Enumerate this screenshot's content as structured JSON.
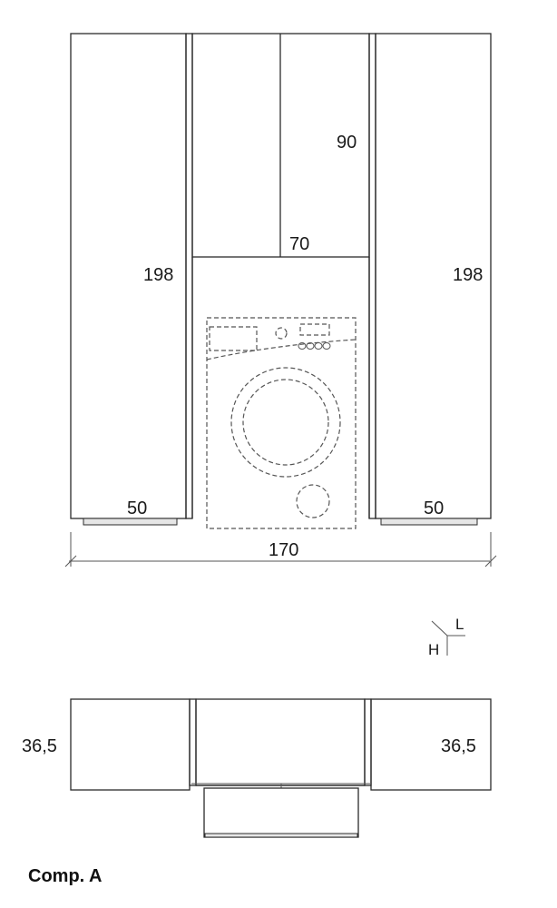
{
  "front_view": {
    "left_height": "198",
    "right_height": "198",
    "wall_unit_height": "90",
    "wall_unit_width": "70",
    "left_width": "50",
    "right_width": "50",
    "total_width": "170"
  },
  "orientation": {
    "L": "L",
    "H": "H"
  },
  "top_view": {
    "left_depth": "36,5",
    "right_depth": "36,5"
  },
  "caption": "Comp. A"
}
